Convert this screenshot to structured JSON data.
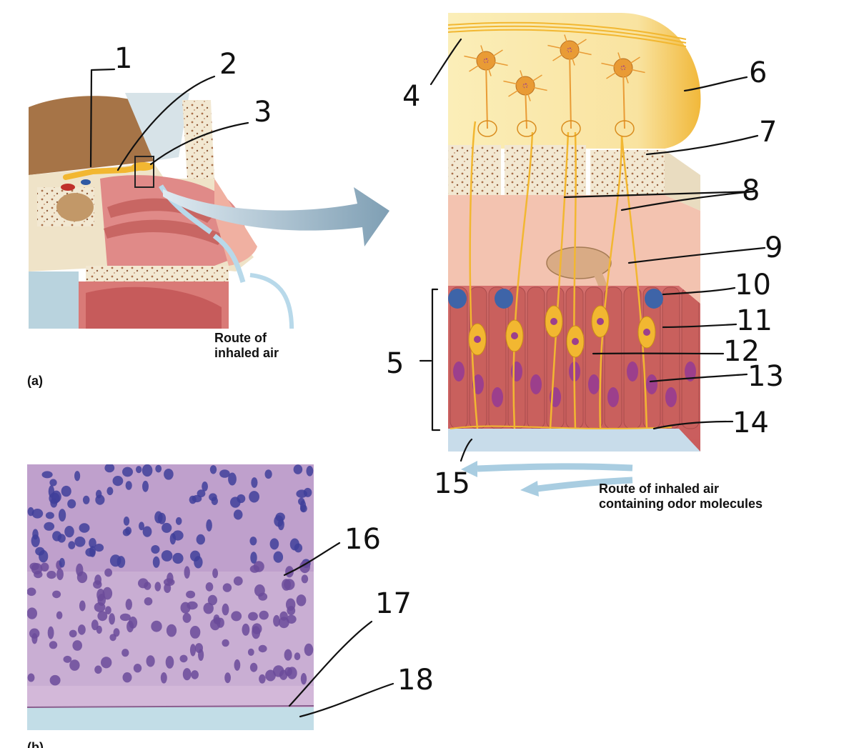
{
  "panel_a": {
    "letter": "(a)",
    "caption_line1": "Route of",
    "caption_line2": "inhaled air"
  },
  "panel_b": {
    "letter": "(b)"
  },
  "detail": {
    "caption_line1": "Route of inhaled air",
    "caption_line2": "containing odor molecules"
  },
  "labels": [
    "1",
    "2",
    "3",
    "4",
    "5",
    "6",
    "7",
    "8",
    "9",
    "10",
    "11",
    "12",
    "13",
    "14",
    "15",
    "16",
    "17",
    "18"
  ],
  "colors": {
    "bone": "#efe3c8",
    "mucosa": "#e08a88",
    "nerve": "#f2b731",
    "bulb": "#fae7a6",
    "neuron": "#e99b35",
    "support_cell": "#c9605d",
    "nucleus": "#9c3f8c",
    "basal_cell": "#3e64a8",
    "air_arrow": "#b8d9ea",
    "histology": "#b592c4"
  }
}
